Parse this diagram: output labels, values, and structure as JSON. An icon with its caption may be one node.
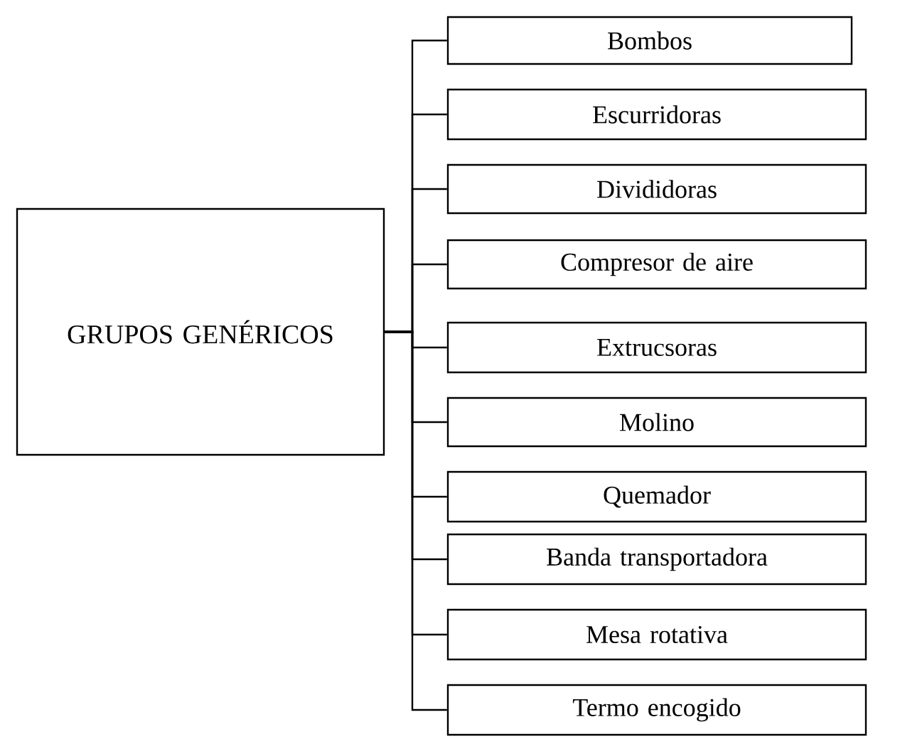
{
  "diagram": {
    "nodes": [
      {
        "text": [
          "GRUPOS GENÉRICOS"
        ]
      },
      {
        "text": [
          "Bombos"
        ]
      },
      {
        "text": [
          "Escurridoras"
        ]
      },
      {
        "text": [
          "Divididoras"
        ]
      },
      {
        "text": [
          "Compresor de aire"
        ]
      },
      {
        "text": [
          "Extrucsoras"
        ]
      },
      {
        "text": [
          "Molino"
        ]
      },
      {
        "text": [
          "Quemador"
        ]
      },
      {
        "text": [
          "Banda transportadora"
        ]
      },
      {
        "text": [
          "Mesa rotativa"
        ]
      },
      {
        "text": [
          "Termo encogido"
        ]
      }
    ],
    "edges": [
      {
        "from": 0,
        "to": 1,
        "arrow": "none"
      },
      {
        "from": 0,
        "to": 2,
        "arrow": "none"
      },
      {
        "from": 0,
        "to": 3,
        "arrow": "none"
      },
      {
        "from": 0,
        "to": 4,
        "arrow": "none"
      },
      {
        "from": 0,
        "to": 5,
        "arrow": "none"
      },
      {
        "from": 0,
        "to": 6,
        "arrow": "none"
      },
      {
        "from": 0,
        "to": 7,
        "arrow": "none"
      },
      {
        "from": 0,
        "to": 8,
        "arrow": "none"
      },
      {
        "from": 0,
        "to": 9,
        "arrow": "none"
      },
      {
        "from": 0,
        "to": 10,
        "arrow": "none"
      }
    ]
  }
}
